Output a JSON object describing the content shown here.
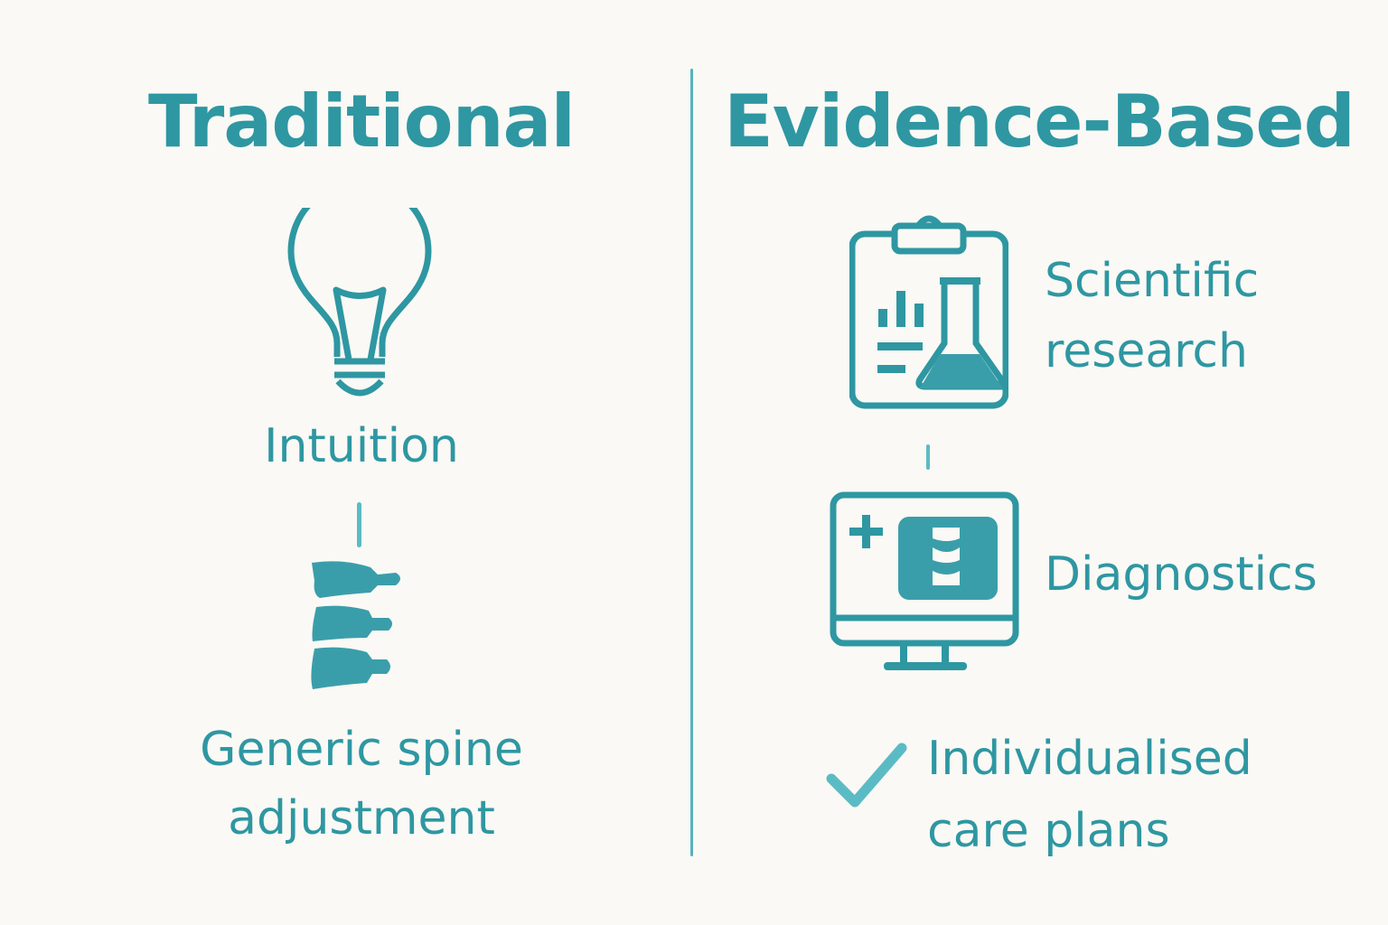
{
  "left": {
    "title": "Traditional",
    "items": [
      {
        "icon": "lightbulb-icon",
        "label": "Intuition"
      },
      {
        "icon": "spine-icon",
        "label_lines": [
          "Generic spine",
          "adjustment"
        ]
      }
    ]
  },
  "right": {
    "title": "Evidence-Based",
    "items": [
      {
        "icon": "clipboard-research-icon",
        "label_lines": [
          "Scientific",
          "research"
        ]
      },
      {
        "icon": "monitor-diagnostics-icon",
        "label": "Diagnostics"
      },
      {
        "icon": "checkmark-icon",
        "label_lines": [
          "Individualised",
          "care plans"
        ]
      }
    ]
  },
  "colors": {
    "primary": "#2e97a2",
    "accent_light": "#5bbbc4",
    "background": "#faf9f5"
  }
}
